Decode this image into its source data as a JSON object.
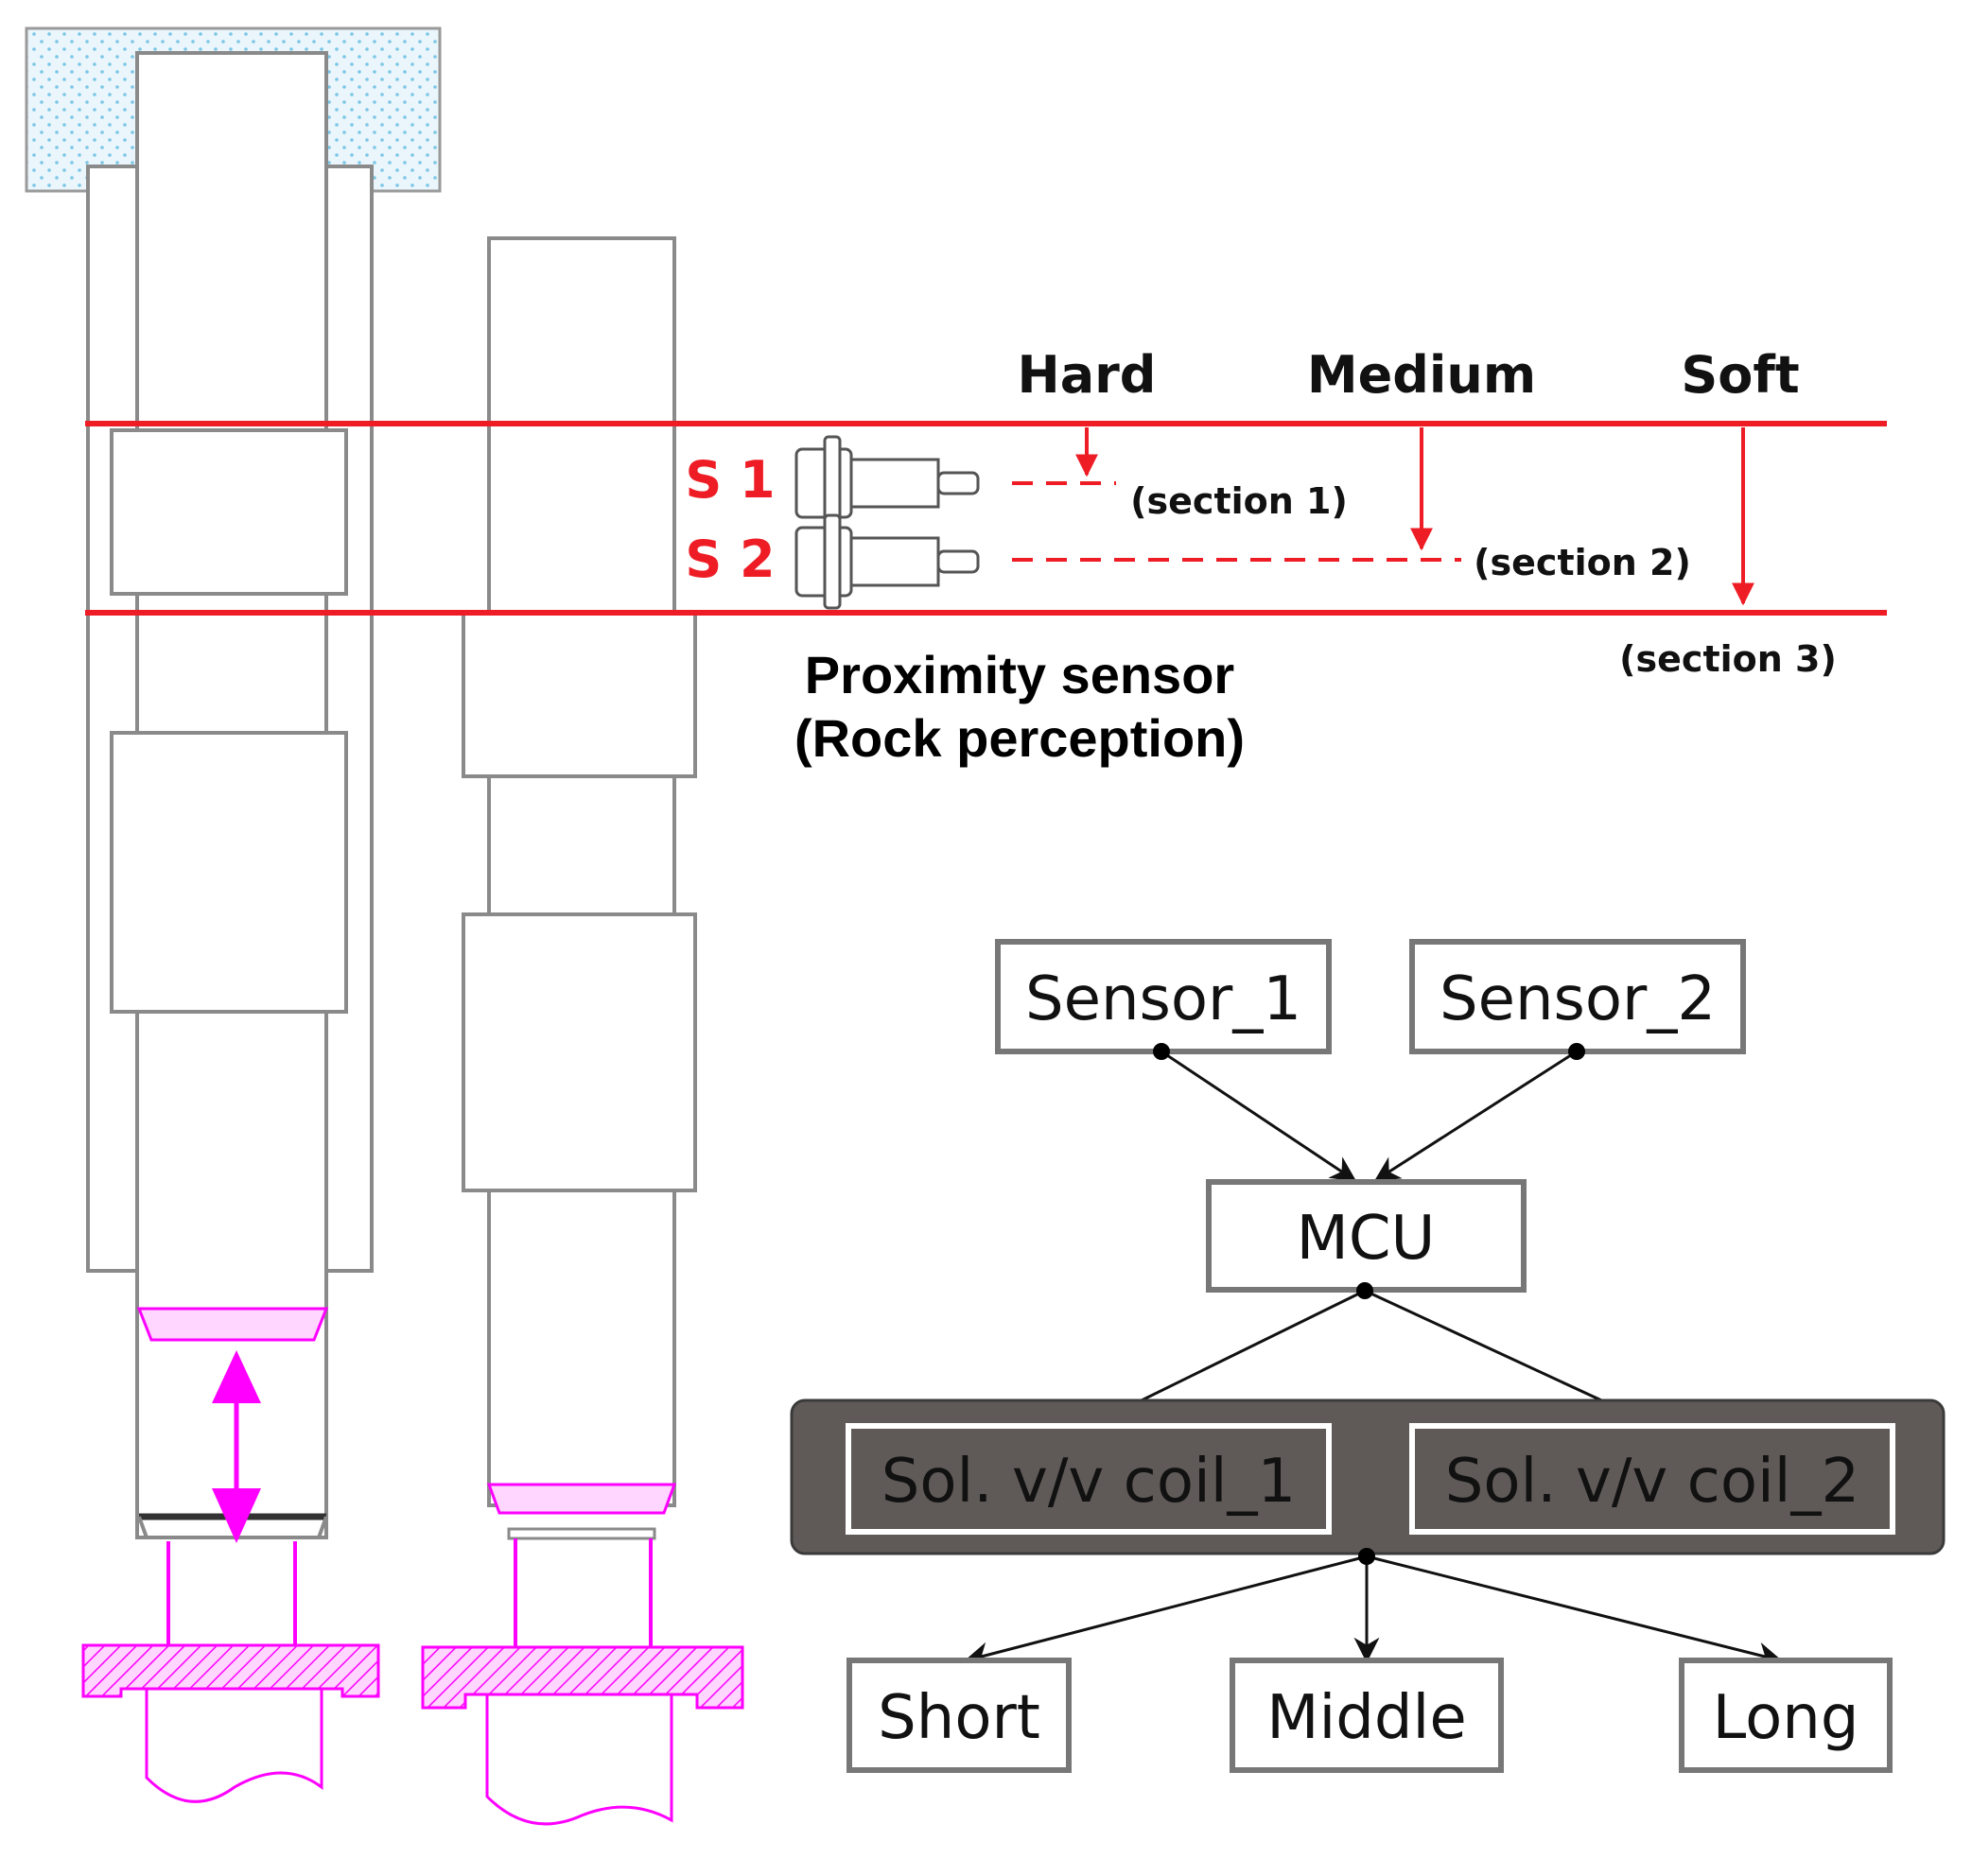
{
  "labels": {
    "hard": "Hard",
    "medium": "Medium",
    "soft": "Soft",
    "section1": "(section 1)",
    "section2": "(section 2)",
    "section3": "(section 3)",
    "s1": "S 1",
    "s2": "S 2",
    "prox_line1": "Proximity sensor",
    "prox_line2": "(Rock perception)"
  },
  "flow": {
    "sensor1": "Sensor_1",
    "sensor2": "Sensor_2",
    "mcu": "MCU",
    "coil1": "Sol. v/v coil_1",
    "coil2": "Sol. v/v coil_2",
    "short": "Short",
    "middle": "Middle",
    "long": "Long"
  },
  "colors": {
    "section_line": "#ee1c25",
    "piston_accent": "#ff00ff",
    "coil_panel": "#5f5a58",
    "box_border": "#777777"
  }
}
